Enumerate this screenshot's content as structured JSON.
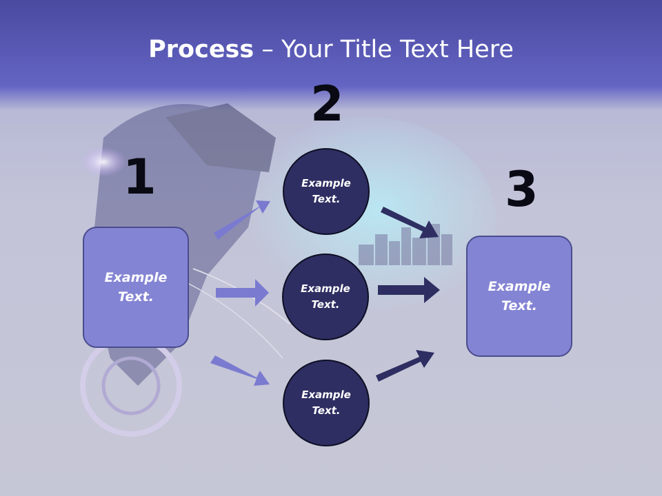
{
  "slide": {
    "title_bold": "Process",
    "title_rest": " – Your Title Text Here"
  },
  "steps": {
    "one": {
      "number": "1",
      "text": "Example Text."
    },
    "two": {
      "number": "2"
    },
    "three": {
      "number": "3",
      "text": "Example Text."
    }
  },
  "circles": [
    {
      "text": "Example Text."
    },
    {
      "text": "Example Text."
    },
    {
      "text": "Example Text."
    }
  ],
  "colors": {
    "box_fill": "#8484d4",
    "circle_fill": "#2e2e62",
    "arrow_light": "#7a7ad0",
    "arrow_dark": "#2e2e62"
  }
}
